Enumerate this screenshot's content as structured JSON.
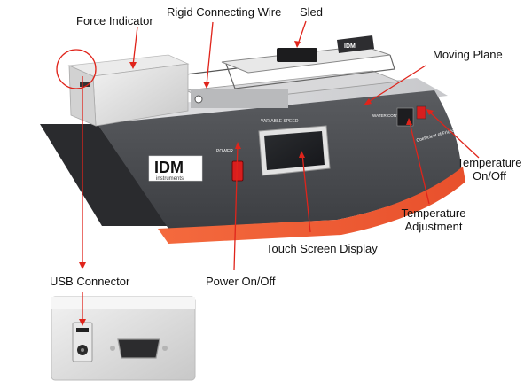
{
  "callouts": {
    "force_indicator": "Force Indicator",
    "rigid_wire": "Rigid Connecting Wire",
    "sled": "Sled",
    "moving_plane": "Moving Plane",
    "temp_onoff_1": "Temperature",
    "temp_onoff_2": "On/Off",
    "temp_adj_1": "Temperature",
    "temp_adj_2": "Adjustment",
    "touch_screen": "Touch Screen Display",
    "power": "Power On/Off",
    "usb": "USB Connector"
  },
  "device": {
    "brand": "IDM",
    "brand_sub": "instruments",
    "power_label": "POWER",
    "speed_label": "VARIABLE SPEED",
    "temp_panel_label": "WATER CONTROL",
    "panel_text": "Coefficient of Friction Tester",
    "sled_brand": "IDM"
  },
  "colors": {
    "callout_red": "#e0241b",
    "body_dark": "#4a4c50",
    "accent_orange": "#f0643c"
  }
}
